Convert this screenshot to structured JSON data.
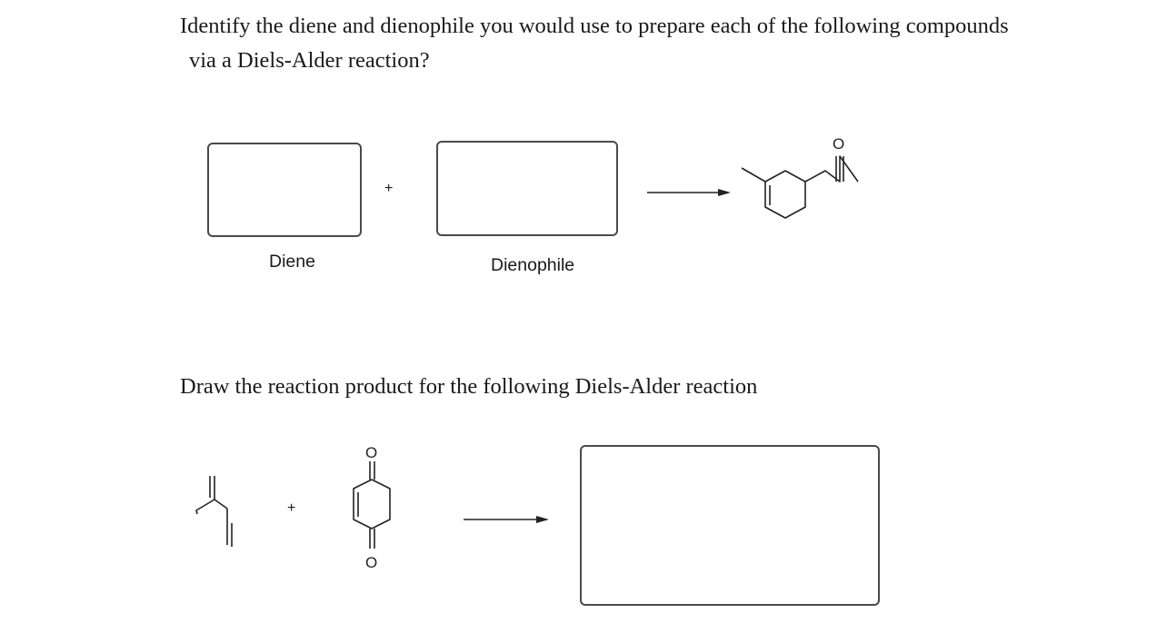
{
  "question1": {
    "line1": "Identify the diene and dienophile you would use to prepare each of the following compounds",
    "line2": "via a Diels-Alder reaction?"
  },
  "part1": {
    "plus": "+",
    "diene_label": "Diene",
    "dienophile_label": "Dienophile",
    "product_oxygen": "O"
  },
  "question2": {
    "text": "Draw the reaction product for the following Diels-Alder reaction"
  },
  "part2": {
    "plus": "+",
    "oxygen_top": "O",
    "oxygen_bottom": "O"
  }
}
